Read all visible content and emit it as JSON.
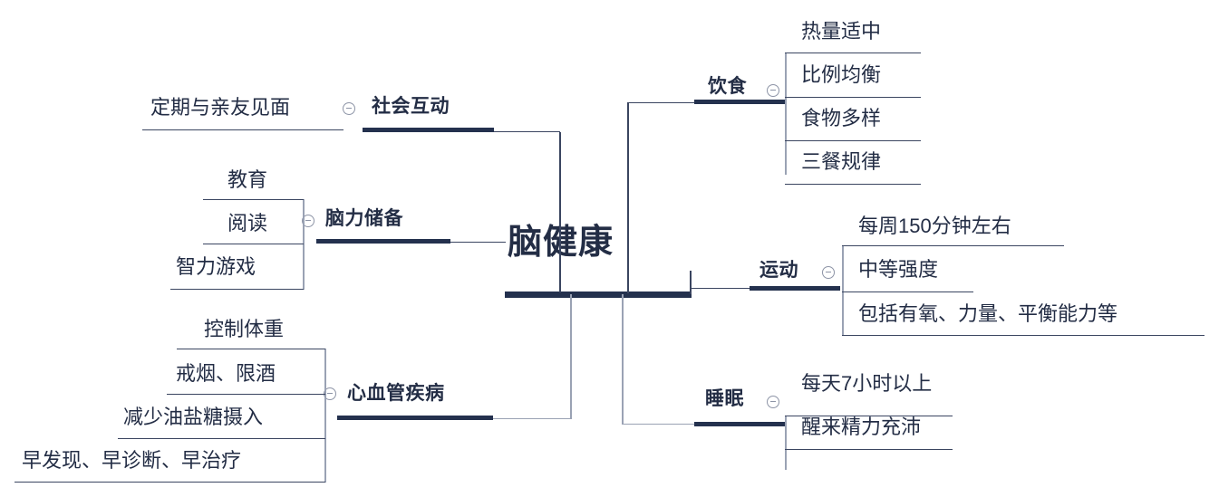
{
  "diagram": {
    "type": "mind-map",
    "title": "脑健康",
    "colors": {
      "text": "#232d45",
      "bar": "#24314e",
      "connector": "#9aa2b4",
      "leaf_rule": "#3a4560",
      "background": "#ffffff"
    },
    "root": {
      "label": "脑健康"
    },
    "branches": [
      {
        "id": "social",
        "label": "社会互动",
        "side": "left",
        "toggle": "collapse-minus-icon",
        "children": [
          {
            "label": "定期与亲友见面"
          }
        ]
      },
      {
        "id": "cognitive-reserve",
        "label": "脑力储备",
        "side": "left",
        "toggle": "collapse-minus-icon",
        "children": [
          {
            "label": "教育"
          },
          {
            "label": "阅读"
          },
          {
            "label": "智力游戏"
          }
        ]
      },
      {
        "id": "cardiovascular",
        "label": "心血管疾病",
        "side": "left",
        "toggle": "collapse-minus-icon",
        "children": [
          {
            "label": "控制体重"
          },
          {
            "label": "戒烟、限酒"
          },
          {
            "label": "减少油盐糖摄入"
          },
          {
            "label": "早发现、早诊断、早治疗"
          }
        ]
      },
      {
        "id": "diet",
        "label": "饮食",
        "side": "right",
        "toggle": "collapse-minus-icon",
        "children": [
          {
            "label": "热量适中"
          },
          {
            "label": "比例均衡"
          },
          {
            "label": "食物多样"
          },
          {
            "label": "三餐规律"
          }
        ]
      },
      {
        "id": "exercise",
        "label": "运动",
        "side": "right",
        "toggle": "collapse-minus-icon",
        "children": [
          {
            "label": "每周150分钟左右"
          },
          {
            "label": "中等强度"
          },
          {
            "label": "包括有氧、力量、平衡能力等"
          }
        ]
      },
      {
        "id": "sleep",
        "label": "睡眠",
        "side": "right",
        "toggle": "collapse-minus-icon",
        "children": [
          {
            "label": "每天7小时以上"
          },
          {
            "label": "醒来精力充沛"
          }
        ]
      }
    ]
  }
}
